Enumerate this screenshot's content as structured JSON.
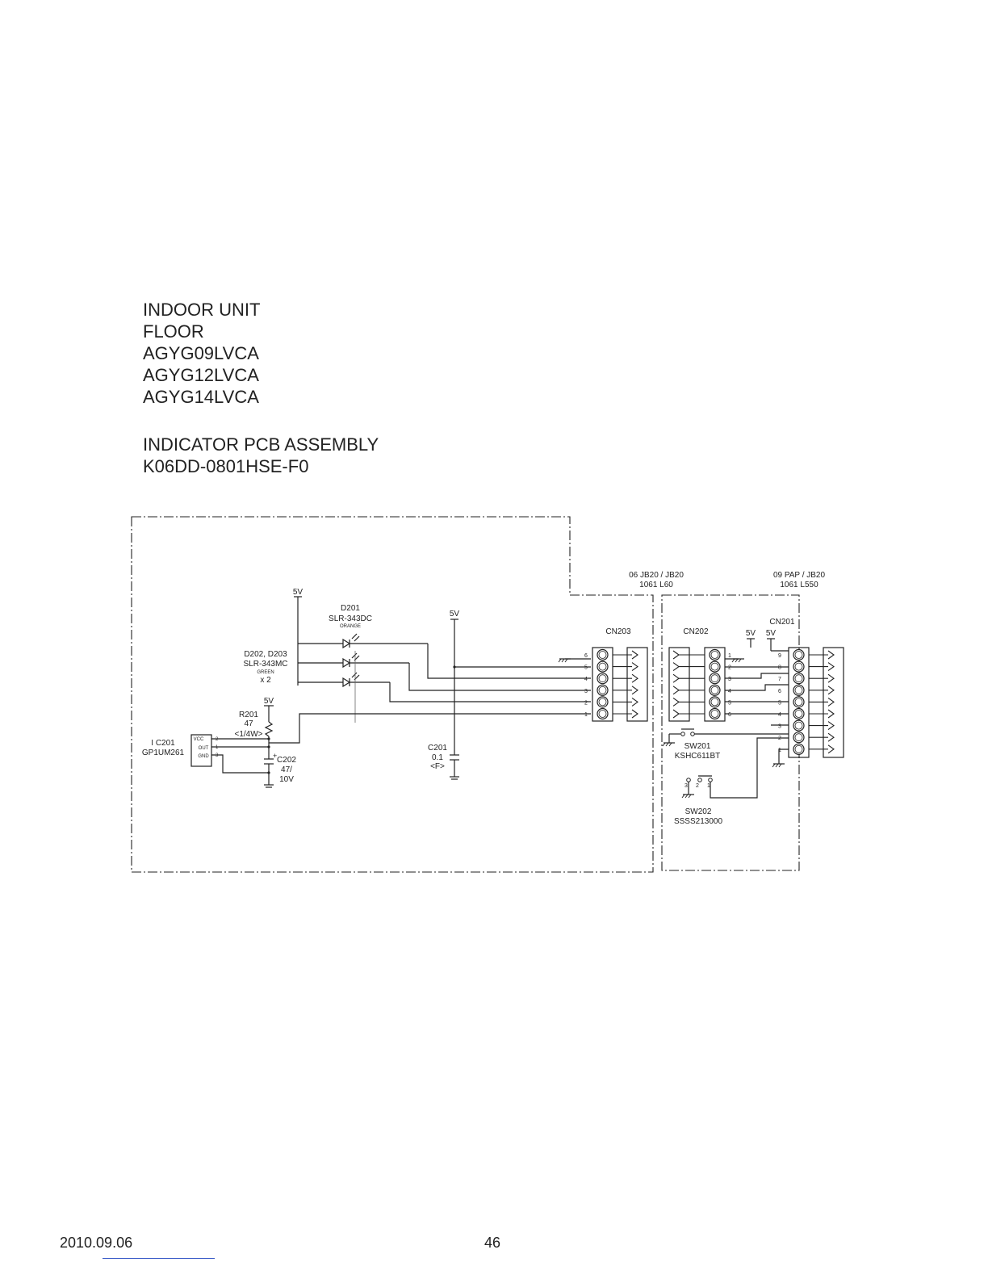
{
  "header": {
    "title_lines": [
      "INDOOR UNIT",
      "FLOOR",
      "AGYG09LVCA",
      "AGYG12LVCA",
      "AGYG14LVCA"
    ],
    "subtitle_lines": [
      "INDICATOR PCB ASSEMBLY",
      "K06DD-0801HSE-F0"
    ]
  },
  "schematic": {
    "labels": {
      "v5_a": "5V",
      "v5_b": "5V",
      "v5_c": "5V",
      "v5_d": "5V",
      "v5_e": "5V",
      "d201": "D201",
      "d201_part": "SLR-343DC",
      "d201_color": "ORANGE",
      "d202": "D202, D203",
      "d202_part": "SLR-343MC",
      "d202_color": "GREEN",
      "d202_qty": "x 2",
      "r201": "R201",
      "r201_val": "47",
      "r201_watt": "<1/4W>",
      "ic201": "I C201",
      "ic201_part": "GP1UM261",
      "ic_vcc": "VCC",
      "ic_out": "OUT",
      "ic_gnd": "GND",
      "ic_pin2": "2",
      "ic_pin1": "1",
      "ic_pin3": "3",
      "c202": "C202",
      "c202_val": "47/",
      "c202_v": "10V",
      "c202_plus": "+",
      "c201": "C201",
      "c201_val": "0.1",
      "c201_type": "<F>",
      "cn203": "CN203",
      "cn202": "CN202",
      "cn201": "CN201",
      "harness1_a": "06  JB20 / JB20",
      "harness1_b": "1061  L60",
      "harness2_a": "09  PAP / JB20",
      "harness2_b": "1061  L550",
      "sw201": "SW201",
      "sw201_part": "KSHC611BT",
      "sw202": "SW202",
      "sw202_part": "SSSS213000",
      "sw202_pin3": "3",
      "sw202_pin2": "2",
      "sw202_pin1": "1"
    },
    "cn203_pins": [
      "6",
      "5",
      "4",
      "3",
      "2",
      "1"
    ],
    "cn202_pins": [
      "1",
      "2",
      "3",
      "4",
      "5",
      "6"
    ],
    "cn201_pins": [
      "9",
      "8",
      "7",
      "6",
      "5",
      "4",
      "3",
      "2",
      "1"
    ]
  },
  "footer": {
    "date": "2010.09.06",
    "page_number": "46"
  }
}
